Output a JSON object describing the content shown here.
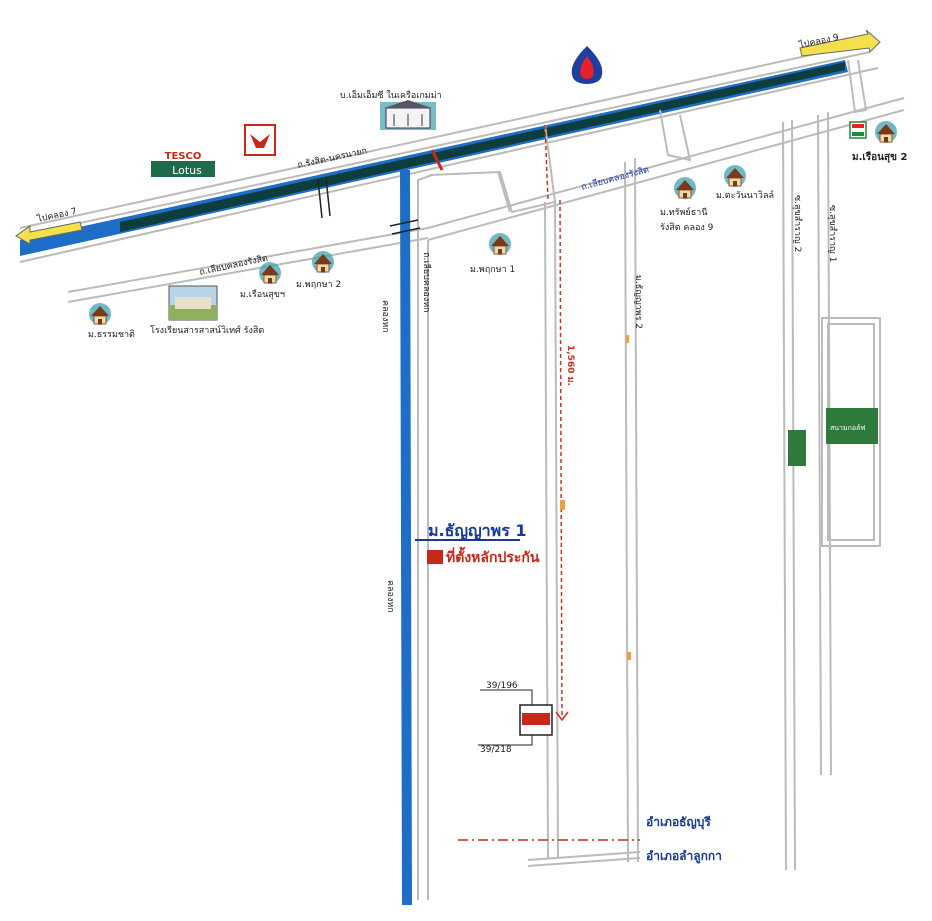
{
  "labels": {
    "to_klong9": "ไปคลอง 9",
    "to_klong7": "ไปคลอง 7",
    "factory": "บ.เอ็มเอ็มซี ในเครือเกมม่า",
    "rangsit_nakhon_nayok_rd": "ถ.รังสิต-นครนายก",
    "lower_road": "ถ.เลียบคลองรังสิต",
    "mid_road": "ถ.เลียบคลองรังสิต",
    "liab_khlong_hok": "ถ.เลียบคลองหก",
    "khlong_hok": "คลองหก",
    "khlong_hok_lower": "คลองหก",
    "thanyaporn2": "ม.ธัญญาพร 2",
    "soi_2": "ซ.สุขสำราญ 2",
    "soi_1": "ซ.สุขสำราญ 1",
    "green_box": "สนามกอล์ฟ",
    "distance": "1,560 ม.",
    "thanyaporn1": "ม.ธัญญาพร 1",
    "collateral_location": "ที่ตั้งหลักประกัน",
    "lot_top": "39/196",
    "lot_bottom": "39/218",
    "district_thanyaburi": "อำเภอธัญบุรี",
    "district_lamlukka": "อำเภอลำลูกกา"
  },
  "villages": {
    "ruean_suk2": "ม.เรือนสุข 2",
    "pruksa2": "ม.พฤกษา 2",
    "ruean_suk": "ม.เรือนสุขฯ",
    "thammathat": "ม.ธรรมชาติ",
    "pruksa1": "ม.พฤกษา 1",
    "thip_thani": "ม.ทรัพย์ธานี",
    "thip_thani_sub": "รังสิต คลอง 9",
    "tawan_villa": "ม.ตะวันนาวิลล์"
  },
  "landmarks": {
    "school": "โรงเรียนสารสาสน์วิเทศ์ รังสิต",
    "tesco_top": "TESCO",
    "tesco_bottom": "Lotus"
  },
  "colors": {
    "canal": "#1e6ec8",
    "canal_dark": "#0d3d3d",
    "road": "#cccccc",
    "red_dashed": "#d03020",
    "label_blue": "#1838a0",
    "collateral_red": "#c82818",
    "green_box": "#2d7a3a"
  },
  "icons": [
    "arrow-right-icon",
    "arrow-left-icon",
    "house-icon",
    "factory-icon",
    "ptt-icon",
    "bird-logo-icon",
    "seven-eleven-icon",
    "school-photo-icon"
  ]
}
